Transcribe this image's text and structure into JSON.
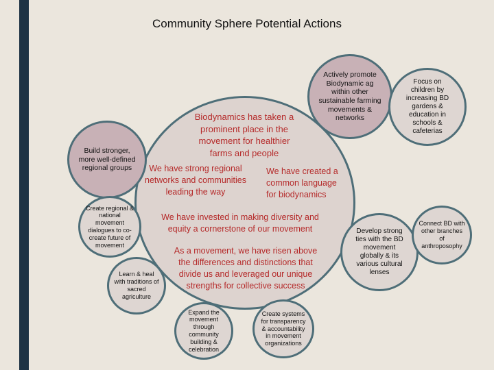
{
  "title": "Community Sphere Potential Actions",
  "center_statements": [
    "Biodynamics has taken a prominent place in the movement for healthier farms and people",
    "We have strong regional networks and communities leading the way",
    "We have created a common language for biodynamics",
    "We have invested in making diversity and equity a cornerstone of our movement",
    "As a movement, we have risen above the differences and distinctions that divide us and leveraged our unique strengths for collective success"
  ],
  "actions": [
    "Actively promote Biodynamic ag within other sustainable farming movements & networks",
    "Focus on children by increasing BD gardens & education in schools & cafeterias",
    "Build stronger, more well-defined regional groups",
    "Create regional & national movement dialogues to co-create future of movement",
    "Learn & heal with traditions of sacred agriculture",
    "Expand the movement through community building & celebration",
    "Create systems for transparency & accountability in movement organizations",
    "Develop strong ties with the BD movement globally & its various cultural lenses",
    "Connect BD with other branches of anthroposophy"
  ],
  "colors": {
    "accent_bar": "#1e3344",
    "circle_border": "#4e6e78",
    "statement_text": "#b52a2a",
    "highlight_fill": "#c8b1b6"
  }
}
